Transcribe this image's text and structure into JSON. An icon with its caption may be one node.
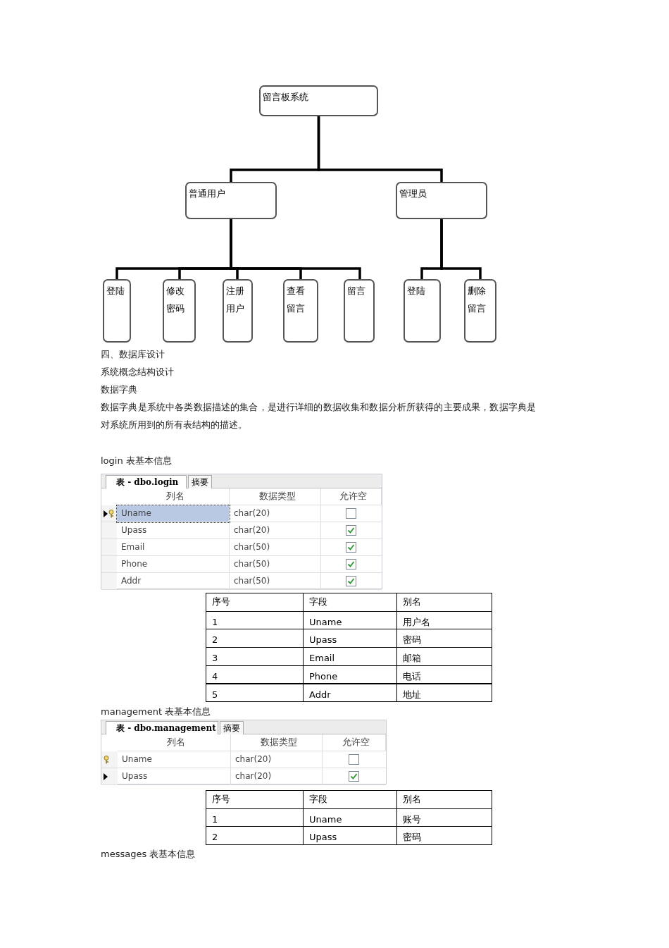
{
  "diagram": {
    "nodes": [
      {
        "text": [
          "留言板系统"
        ]
      },
      {
        "text": [
          "普通用户"
        ]
      },
      {
        "text": [
          "管理员"
        ]
      },
      {
        "text": [
          "登陆"
        ]
      },
      {
        "text": [
          "修改密码"
        ]
      },
      {
        "text": [
          "注册用户"
        ]
      },
      {
        "text": [
          "查看留言"
        ]
      },
      {
        "text": [
          "留言"
        ]
      },
      {
        "text": [
          "登陆"
        ]
      },
      {
        "text": [
          "删除留言"
        ]
      }
    ],
    "edges": [
      {
        "from": 0,
        "to": 1,
        "arrow": "none"
      },
      {
        "from": 0,
        "to": 2,
        "arrow": "none"
      },
      {
        "from": 1,
        "to": 3,
        "arrow": "none"
      },
      {
        "from": 1,
        "to": 4,
        "arrow": "none"
      },
      {
        "from": 1,
        "to": 5,
        "arrow": "none"
      },
      {
        "from": 1,
        "to": 6,
        "arrow": "none"
      },
      {
        "from": 1,
        "to": 7,
        "arrow": "none"
      },
      {
        "from": 2,
        "to": 8,
        "arrow": "none"
      },
      {
        "from": 2,
        "to": 9,
        "arrow": "none"
      }
    ],
    "labels": [
      "四、数据库设计",
      "系统概念结构设计",
      "数据字典",
      "数据字典是系统中各类数据描述的集合，是进行详细的数据收集和数据分析所获得的主要成果，数据字典是对系统所用到的所有表结构的描述。",
      "login 表基本信息",
      "表 - dbo.login",
      "摘要",
      "列名",
      "数据类型",
      "允许空",
      "Uname",
      "char(20)",
      "Upass",
      "char(20)",
      "Email",
      "char(50)",
      "Phone",
      "char(50)",
      "Addr",
      "char(50)",
      "序号",
      "字段",
      "别名",
      "1",
      "Uname",
      "用户名",
      "2",
      "Upass",
      "密码",
      "3",
      "Email",
      "邮箱",
      "4",
      "Phone",
      "电话",
      "5",
      "Addr",
      "地址",
      "management 表基本信息",
      "表 - dbo.management",
      "摘要",
      "列名",
      "数据类型",
      "允许空",
      "Uname",
      "char(20)",
      "Upass",
      "char(20)",
      "序号",
      "字段",
      "别名",
      "1",
      "Uname",
      "账号",
      "2",
      "Upass",
      "密码",
      "messages 表基本信息"
    ]
  }
}
